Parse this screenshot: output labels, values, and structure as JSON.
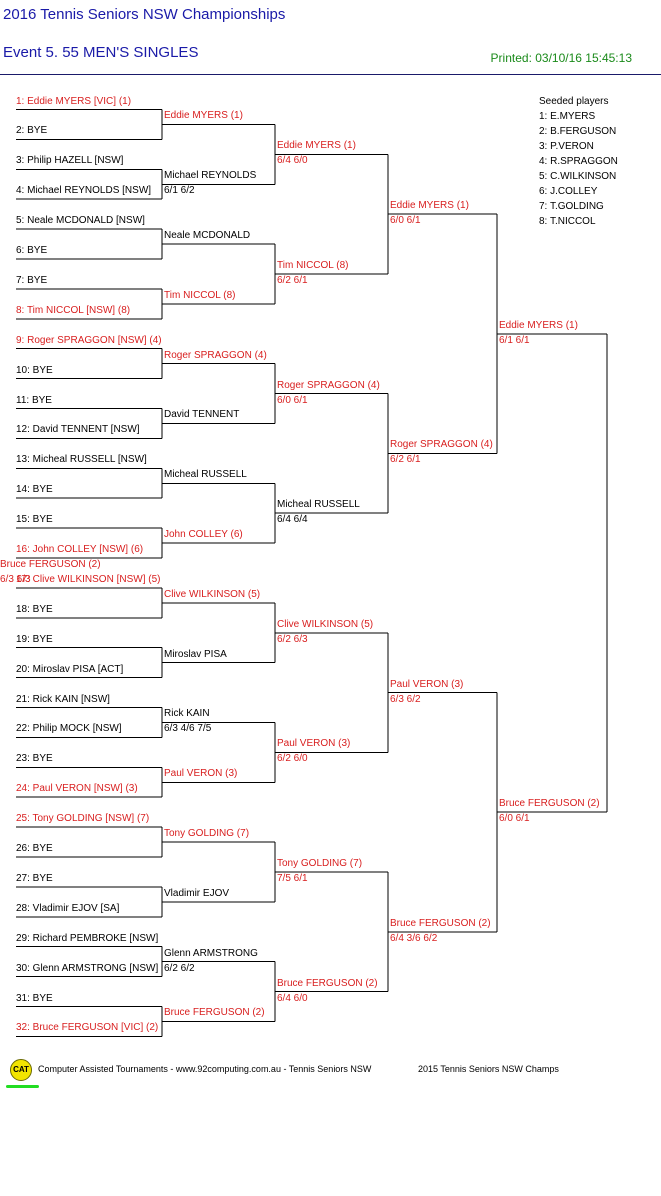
{
  "header": {
    "title": "2016 Tennis Seniors NSW Championships",
    "event": "Event 5. 55 MEN'S SINGLES",
    "printed": "Printed: 03/10/16 15:45:13"
  },
  "colors": {
    "winner": "#d81e1e",
    "text": "#000000",
    "title": "#1a1aa8",
    "printed": "#1a8a1a",
    "lines": "#000000"
  },
  "seeds": {
    "title": "Seeded players",
    "list": [
      "1: E.MYERS",
      "2: B.FERGUSON",
      "3: P.VERON",
      "4: R.SPRAGGON",
      "5: C.WILKINSON",
      "6: J.COLLEY",
      "7: T.GOLDING",
      "8: T.NICCOL"
    ]
  },
  "draw": [
    {
      "label": "1: Eddie MYERS [VIC] (1)",
      "highlight": true
    },
    {
      "label": "2: BYE",
      "highlight": false
    },
    {
      "label": "3: Philip HAZELL [NSW]",
      "highlight": false
    },
    {
      "label": "4: Michael REYNOLDS [NSW]",
      "highlight": false
    },
    {
      "label": "5: Neale MCDONALD [NSW]",
      "highlight": false
    },
    {
      "label": "6: BYE",
      "highlight": false
    },
    {
      "label": "7: BYE",
      "highlight": false
    },
    {
      "label": "8: Tim NICCOL [NSW] (8)",
      "highlight": true
    },
    {
      "label": "9: Roger SPRAGGON [NSW] (4)",
      "highlight": true
    },
    {
      "label": "10: BYE",
      "highlight": false
    },
    {
      "label": "11: BYE",
      "highlight": false
    },
    {
      "label": "12: David TENNENT [NSW]",
      "highlight": false
    },
    {
      "label": "13: Micheal RUSSELL [NSW]",
      "highlight": false
    },
    {
      "label": "14: BYE",
      "highlight": false
    },
    {
      "label": "15: BYE",
      "highlight": false
    },
    {
      "label": "16: John COLLEY [NSW] (6)",
      "highlight": true
    },
    {
      "label": "17: Clive WILKINSON [NSW] (5)",
      "highlight": true
    },
    {
      "label": "18: BYE",
      "highlight": false
    },
    {
      "label": "19: BYE",
      "highlight": false
    },
    {
      "label": "20: Miroslav PISA [ACT]",
      "highlight": false
    },
    {
      "label": "21: Rick KAIN [NSW]",
      "highlight": false
    },
    {
      "label": "22: Philip MOCK [NSW]",
      "highlight": false
    },
    {
      "label": "23: BYE",
      "highlight": false
    },
    {
      "label": "24: Paul VERON [NSW] (3)",
      "highlight": true
    },
    {
      "label": "25: Tony GOLDING [NSW] (7)",
      "highlight": true
    },
    {
      "label": "26: BYE",
      "highlight": false
    },
    {
      "label": "27: BYE",
      "highlight": false
    },
    {
      "label": "28: Vladimir EJOV [SA]",
      "highlight": false
    },
    {
      "label": "29: Richard PEMBROKE [NSW]",
      "highlight": false
    },
    {
      "label": "30: Glenn ARMSTRONG [NSW]",
      "highlight": false
    },
    {
      "label": "31: BYE",
      "highlight": false
    },
    {
      "label": "32: Bruce FERGUSON [VIC] (2)",
      "highlight": true
    }
  ],
  "rounds": [
    [
      {
        "name": "Eddie MYERS (1)",
        "score": "",
        "highlight": true
      },
      {
        "name": "Michael REYNOLDS",
        "score": "6/1 6/2",
        "highlight": false
      },
      {
        "name": "Neale MCDONALD",
        "score": "",
        "highlight": false
      },
      {
        "name": "Tim NICCOL (8)",
        "score": "",
        "highlight": true
      },
      {
        "name": "Roger SPRAGGON (4)",
        "score": "",
        "highlight": true
      },
      {
        "name": "David TENNENT",
        "score": "",
        "highlight": false
      },
      {
        "name": "Micheal RUSSELL",
        "score": "",
        "highlight": false
      },
      {
        "name": "John COLLEY (6)",
        "score": "",
        "highlight": true
      },
      {
        "name": "Clive WILKINSON (5)",
        "score": "",
        "highlight": true
      },
      {
        "name": "Miroslav PISA",
        "score": "",
        "highlight": false
      },
      {
        "name": "Rick KAIN",
        "score": "6/3 4/6 7/5",
        "highlight": false
      },
      {
        "name": "Paul VERON (3)",
        "score": "",
        "highlight": true
      },
      {
        "name": "Tony GOLDING (7)",
        "score": "",
        "highlight": true
      },
      {
        "name": "Vladimir EJOV",
        "score": "",
        "highlight": false
      },
      {
        "name": "Glenn ARMSTRONG",
        "score": "6/2 6/2",
        "highlight": false
      },
      {
        "name": "Bruce FERGUSON (2)",
        "score": "",
        "highlight": true
      }
    ],
    [
      {
        "name": "Eddie MYERS (1)",
        "score": "6/4 6/0",
        "highlight": true
      },
      {
        "name": "Tim NICCOL (8)",
        "score": "6/2 6/1",
        "highlight": true
      },
      {
        "name": "Roger SPRAGGON (4)",
        "score": "6/0 6/1",
        "highlight": true
      },
      {
        "name": "Micheal RUSSELL",
        "score": "6/4 6/4",
        "highlight": false
      },
      {
        "name": "Clive WILKINSON (5)",
        "score": "6/2 6/3",
        "highlight": true
      },
      {
        "name": "Paul VERON (3)",
        "score": "6/2 6/0",
        "highlight": true
      },
      {
        "name": "Tony GOLDING (7)",
        "score": "7/5 6/1",
        "highlight": true
      },
      {
        "name": "Bruce FERGUSON (2)",
        "score": "6/4 6/0",
        "highlight": true
      }
    ],
    [
      {
        "name": "Eddie MYERS (1)",
        "score": "6/0 6/1",
        "highlight": true
      },
      {
        "name": "Roger SPRAGGON (4)",
        "score": "6/2 6/1",
        "highlight": true
      },
      {
        "name": "Paul VERON (3)",
        "score": "6/3 6/2",
        "highlight": true
      },
      {
        "name": "Bruce FERGUSON (2)",
        "score": "6/4 3/6 6/2",
        "highlight": true
      }
    ],
    [
      {
        "name": "Eddie MYERS (1)",
        "score": "6/1 6/1",
        "highlight": true
      },
      {
        "name": "Bruce FERGUSON (2)",
        "score": "6/0 6/1",
        "highlight": true
      }
    ],
    [
      {
        "name": "Bruce FERGUSON (2)",
        "score": "6/3 6/3",
        "highlight": true
      }
    ]
  ],
  "footer": {
    "logo": "CAT",
    "software": "Computer Assisted Tournaments - www.92computing.com.au - Tennis Seniors NSW",
    "event_name": "2015 Tennis Seniors NSW Champs"
  }
}
